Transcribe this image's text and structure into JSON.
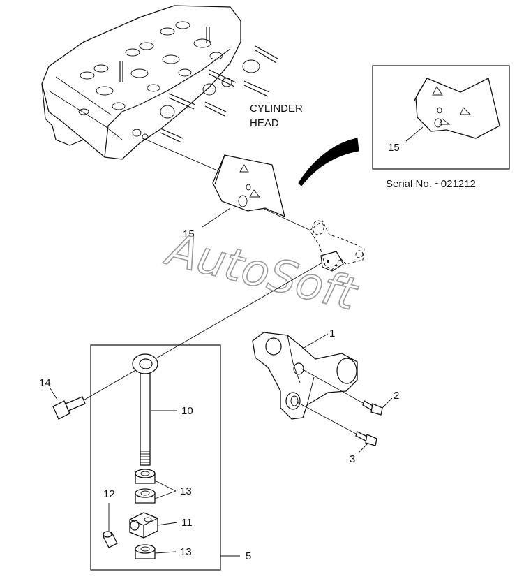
{
  "head_label": [
    "CYLINDER",
    "HEAD"
  ],
  "inset_caption": "Serial No. ~021212",
  "watermark": "AutoSoft",
  "callouts": {
    "p1": "1",
    "p2": "2",
    "p3": "3",
    "p5": "5",
    "p10": "10",
    "p11": "11",
    "p12": "12",
    "p13a": "13",
    "p13b": "13",
    "p14": "14",
    "p15_main": "15",
    "p15_inset": "15"
  }
}
